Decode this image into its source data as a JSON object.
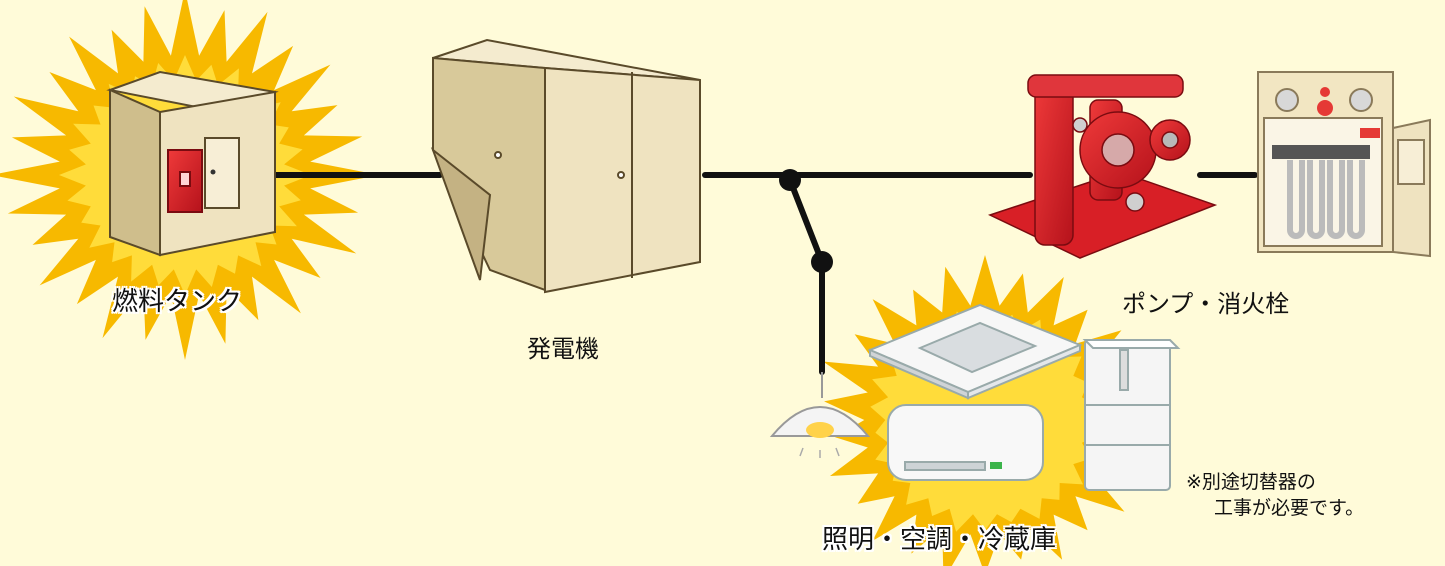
{
  "labels": {
    "fuel_tank": "燃料タンク",
    "generator": "発電機",
    "pump_hydrant": "ポンプ・消火栓",
    "appliances": "照明・空調・冷蔵庫"
  },
  "note": {
    "line1": "※別途切替器の",
    "line2": "工事が必要です。"
  },
  "colors": {
    "background": "#fffbd9",
    "burst": "#f7b900",
    "burst_inner": "#ffdc3a",
    "equipment": "#efe3c0",
    "pump_red": "#d81f26",
    "wire": "#111111"
  }
}
